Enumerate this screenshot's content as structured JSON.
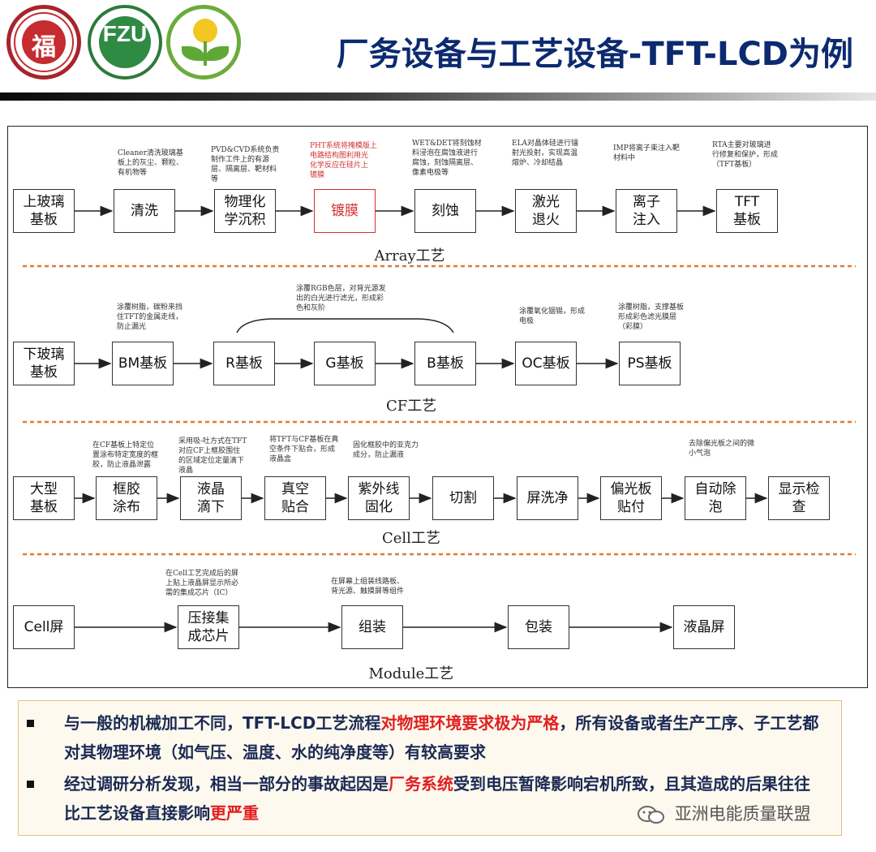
{
  "header": {
    "title": "厂务设备与工艺设备-TFT-LCD为例",
    "logo1_text": "福",
    "logo2_text": "FZU",
    "logo2_sub": "",
    "colors": {
      "title": "#0b2a6f",
      "highlight": "#e02020",
      "red_box": "#d23030"
    }
  },
  "array": {
    "label": "Array工艺",
    "steps": [
      "上玻璃\n基板",
      "清洗",
      "物理化\n学沉积",
      "镀膜",
      "刻蚀",
      "激光\n退火",
      "离子\n注入",
      "TFT\n基板"
    ],
    "notes": [
      "Cleaner清洗玻璃基\n板上的灰尘、颗粒、\n有机物等",
      "PVD&CVD系统负责\n制作工件上的有源\n层、隔离层、靶材料\n等",
      "PHT系统将掩模版上\n电路结构图利用光\n化学反应在硅片上\n镀膜",
      "WET&DET将刻蚀材\n料浸泡在腐蚀液进行\n腐蚀，刻蚀隔离层、\n像素电极等",
      "ELA对晶体硅进行镭\n射光投射，实现高温\n熔炉、冷却结晶",
      "IMP将离子束注入靶\n材料中",
      "RTA主要对玻璃进\n行修复和保护，形成\n（TFT基板）"
    ]
  },
  "cf": {
    "label": "CF工艺",
    "steps": [
      "下玻璃\n基板",
      "BM基板",
      "R基板",
      "G基板",
      "B基板",
      "OC基板",
      "PS基板"
    ],
    "notes": [
      "涂覆树脂，碳粉来挡\n住TFT的金属走线，\n防止漏光",
      "涂覆RGB色层，对背光源发\n出的白光进行滤光，形成彩\n色和灰阶",
      "涂覆氧化铟锡，形成\n电极",
      "涂覆树脂，支撑基板\n形成彩色滤光膜层\n（彩膜）"
    ]
  },
  "cell": {
    "label": "Cell工艺",
    "steps": [
      "大型\n基板",
      "框胶\n涂布",
      "液晶\n滴下",
      "真空\n贴合",
      "紫外线\n固化",
      "切割",
      "屏洗净",
      "偏光板\n贴付",
      "自动除\n泡",
      "显示检\n查"
    ],
    "notes": [
      "在CF基板上特定位\n置涂布特定宽度的框\n胶，防止液晶泄露",
      "采用吸-吐方式在TFT\n对应CF上框胶围住\n的区域定位定量滴下\n液晶",
      "将TFT与CF基板在真\n空条件下贴合，形成\n液晶盒",
      "固化框胶中的亚克力\n成分，防止漏液",
      "去除偏光板之间的微\n小气泡"
    ]
  },
  "module": {
    "label": "Module工艺",
    "steps": [
      "Cell屏",
      "压接集\n成芯片",
      "组装",
      "包装",
      "液晶屏"
    ],
    "notes": [
      "在Cell工艺完成后的屏\n上贴上液晶屏显示所必\n需的集成芯片（IC）",
      "在屏幕上组装线路板、\n背光源、触摸屏等组件"
    ]
  },
  "bullets": [
    {
      "parts": [
        {
          "text": "与一般的机械加工不同，TFT-LCD工艺流程",
          "hl": false
        },
        {
          "text": "对物理环境要求极为严格",
          "hl": true
        },
        {
          "text": "，所有设备或者生产工序、子工艺都对其物理环境（如气压、温度、水的纯净度等）有较高要求",
          "hl": false
        }
      ]
    },
    {
      "parts": [
        {
          "text": "经过调研分析发现，相当一部分的事故起因是",
          "hl": false
        },
        {
          "text": "厂务系统",
          "hl": true
        },
        {
          "text": "受到电压暂降影响宕机所致，且其造成的后果往往比工艺设备直接影响",
          "hl": false
        },
        {
          "text": "更严重",
          "hl": true
        }
      ]
    }
  ],
  "watermark": {
    "text": "亚洲电能质量联盟",
    "icon": "wechat-icon"
  }
}
